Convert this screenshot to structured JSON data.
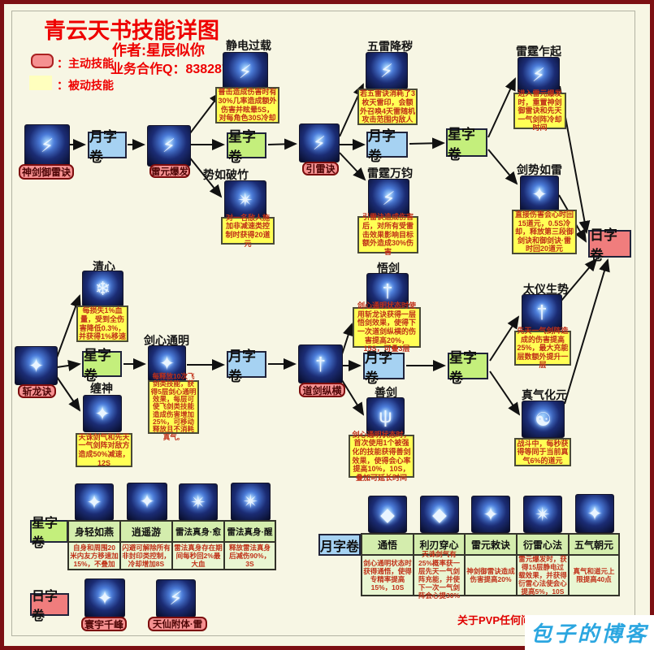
{
  "page": {
    "title": "青云天书技能详图",
    "author": "作者:星辰似你",
    "contact": "业务合作Q：838287",
    "footer_note": "关于PVP任何问",
    "watermark": "包子的博客"
  },
  "legend": {
    "active": "：主动技能",
    "passive": "：被动技能",
    "active_color": "#f59191",
    "passive_color": "#ffffbe"
  },
  "scroll": {
    "moon": "月字卷",
    "star": "星字卷",
    "sun": "日字卷"
  },
  "icons": {
    "lightning": "⚡",
    "burst": "✴",
    "star": "✦",
    "snowflake": "❄",
    "yinyang": "☯",
    "trident": "ψ",
    "crystal": "◆",
    "sword": "†"
  },
  "thunder": {
    "shenjian": {
      "label": "神剑御雷诀"
    },
    "leiyuan": {
      "label": "雷元爆发"
    },
    "yinlei": {
      "label": "引雷诀"
    },
    "jingdian": {
      "name": "静电过载",
      "desc": "普击造成伤害时有30%几率造成额外伤害并眩晕5S，对每角色30S冷却"
    },
    "shiru": {
      "name": "势如破竹",
      "desc": "对一名敌人施加非减速类控制时获得20道元"
    },
    "wulei": {
      "name": "五雷降秽",
      "desc": "若五雷诀消耗了3枚天雷印，会额外召唤4天雷随机攻击范围内敌人"
    },
    "leitingwanjun": {
      "name": "雷霆万钧",
      "desc": "引雷诀造成伤害后，对所有受雷击效果影响目标额外造成30%伤害"
    },
    "leitingzhaqi": {
      "name": "雷霆乍起",
      "desc": "进入雷元爆发时，重置神剑御雷诀和先天一气剑阵冷却时间"
    },
    "jianshirulei": {
      "name": "剑势如雷",
      "desc": "直接伤害会心时回15道元，0.5S冷却，释放第三段御剑诀和御剑诀·雷时回20道元"
    }
  },
  "sword": {
    "zhanlong": {
      "label": "斩龙诀"
    },
    "daojian": {
      "label": "道剑纵横"
    },
    "qingxin": {
      "name": "清心",
      "desc": "每损失1%血量，受到全伤害降低0.3%，并获得1%移速"
    },
    "chanshen": {
      "name": "缠神",
      "desc": "天诛剑气和先天一气剑阵对敌方造成50%减速，12S"
    },
    "jianxin": {
      "name": "剑心通明",
      "desc": "每释放10次飞剑类技能，获得5层剑心通明效果，每层可使飞剑类技能造成伤害增加25%，可移动释放且不消耗真气。"
    },
    "wujian": {
      "name": "悟剑",
      "desc": "剑心通明状态时使用斩龙诀获得一层悟剑效果，使得下一次道剑纵横的伤害提高20%，15S，可叠3层"
    },
    "shanjian": {
      "name": "善剑",
      "desc": "剑心通明状态时，首次使用1个被强化的技能获得善剑效果，使得会心率提高10%，10S，叠加可延长时间"
    },
    "taiyi": {
      "name": "太仪生势",
      "desc": "先天一气剑阵造成的伤害提高25%，最大充能层数额外提升一层"
    },
    "zhenqi": {
      "name": "真气化元",
      "desc": "战斗中，每秒获得等同于当前真气6%的道元"
    }
  },
  "star_table": {
    "skills": [
      {
        "name": "身轻如燕",
        "desc": "自身和周围20米内友方移速加15%，不叠加"
      },
      {
        "name": "逍遥游",
        "desc": "闪避可解除所有非封印类控制，冷却增加8S"
      },
      {
        "name": "雷法真身·愈",
        "desc": "雷法真身存在期间每秒回2%最大血"
      },
      {
        "name": "雷法真身·醒",
        "desc": "释放雷法真身后减伤90%，3S"
      }
    ]
  },
  "sun_row": {
    "skills": [
      {
        "name": "寰宇千峰"
      },
      {
        "name": "天仙附体·雷"
      }
    ]
  },
  "moon_table": {
    "skills": [
      {
        "name": "通悟",
        "desc": "剑心通明状态时获得通悟，使得专精率提高15%，10S"
      },
      {
        "name": "利刃穿心",
        "desc": "天诛剑气有25%概率获一层先天一气剑阵充能，并使下一次一气剑阵会心提30%"
      },
      {
        "name": "雷元敕诀",
        "desc": "神剑御雷诀造成伤害提高20%"
      },
      {
        "name": "衍雷心法",
        "desc": "雷元爆发时，获得15层静电过载效果，并获得衍雷心法使会心提高5%，10S"
      },
      {
        "name": "五气朝元",
        "desc": "真气和道元上限提高40点"
      }
    ]
  }
}
